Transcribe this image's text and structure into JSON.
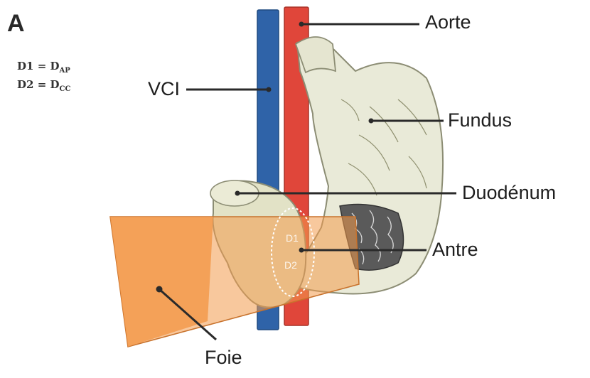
{
  "panel_letter": "A",
  "formulas": [
    {
      "lhs": "D1",
      "eq": "=",
      "d": "D",
      "sub": "AP"
    },
    {
      "lhs": "D2",
      "eq": "=",
      "d": "D",
      "sub": "CC"
    }
  ],
  "labels": {
    "aorte": "Aorte",
    "vci": "VCI",
    "fundus": "Fundus",
    "duodenum": "Duodénum",
    "antre": "Antre",
    "foie": "Foie"
  },
  "section_marks": {
    "d1": "D1",
    "d2": "D2"
  },
  "colors": {
    "aorta": "#e0463a",
    "vci": "#2f63a8",
    "stomach": "#e9ead8",
    "liver": "#f39a4c",
    "leader": "#2a2a2a"
  }
}
